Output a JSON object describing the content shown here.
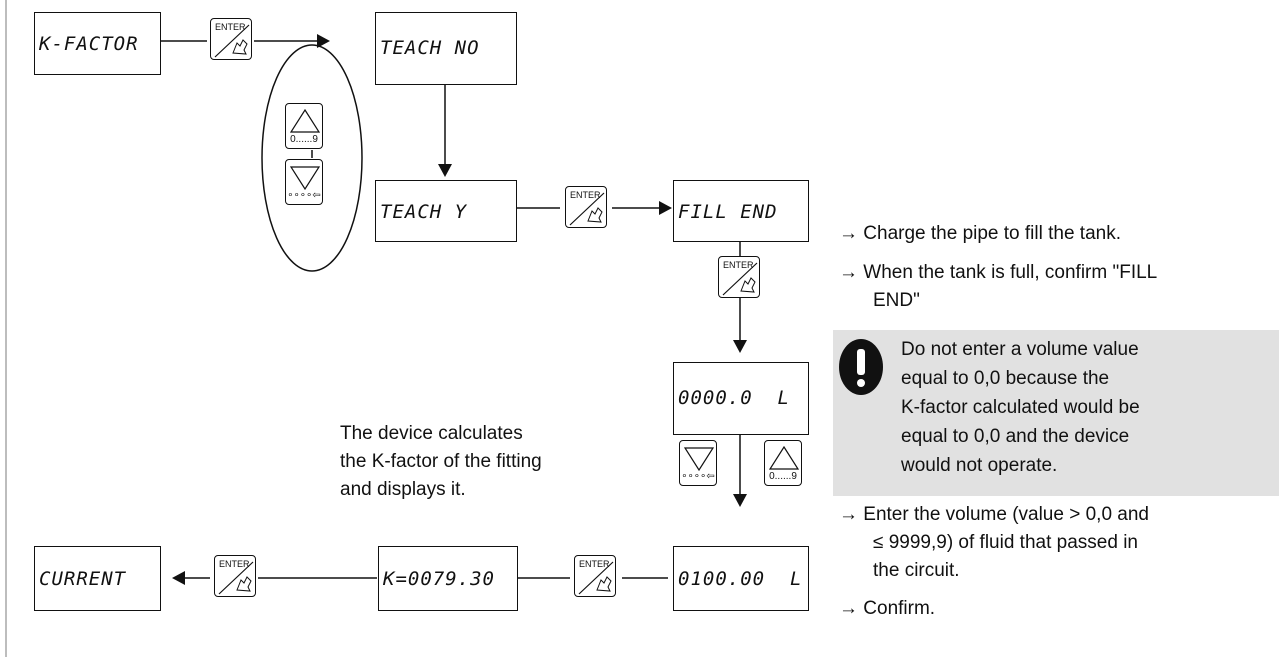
{
  "displays": {
    "k_factor": "K-FACTOR",
    "teach_no": "TEACH NO",
    "teach_y": "TEACH Y",
    "fill_end": "FILL END",
    "volume_zero": "0000.0  L",
    "volume_entered": "0100.00  L",
    "k_value": "K=0079.30",
    "current": "CURRENT"
  },
  "buttons": {
    "enter_label": "ENTER",
    "up_key_range": "0......9",
    "down_key_label": "∘∘∘∘⇦"
  },
  "instructions": {
    "charge_pipe": "→ Charge the pipe to fill the tank.",
    "confirm_fill_end_line1": "→ When the tank is full, confirm \"FILL",
    "confirm_fill_end_line2": "END\"",
    "enter_volume_line1": "→ Enter the volume (value > 0,0  and",
    "enter_volume_line2": "≤ 9999,9) of fluid that passed in",
    "enter_volume_line3": "the circuit.",
    "confirm": "→ Confirm."
  },
  "warning": {
    "line1": "Do not enter a volume value",
    "line2": "equal to 0,0 because the",
    "line3": "K-factor calculated would be",
    "line4": "equal to 0,0 and the device",
    "line5": "would not operate."
  },
  "caption": {
    "line1": "The device calculates",
    "line2": "the K-factor of the fitting",
    "line3": "and displays it."
  },
  "colors": {
    "note_background": "#e1e1e1",
    "line": "#111111"
  }
}
